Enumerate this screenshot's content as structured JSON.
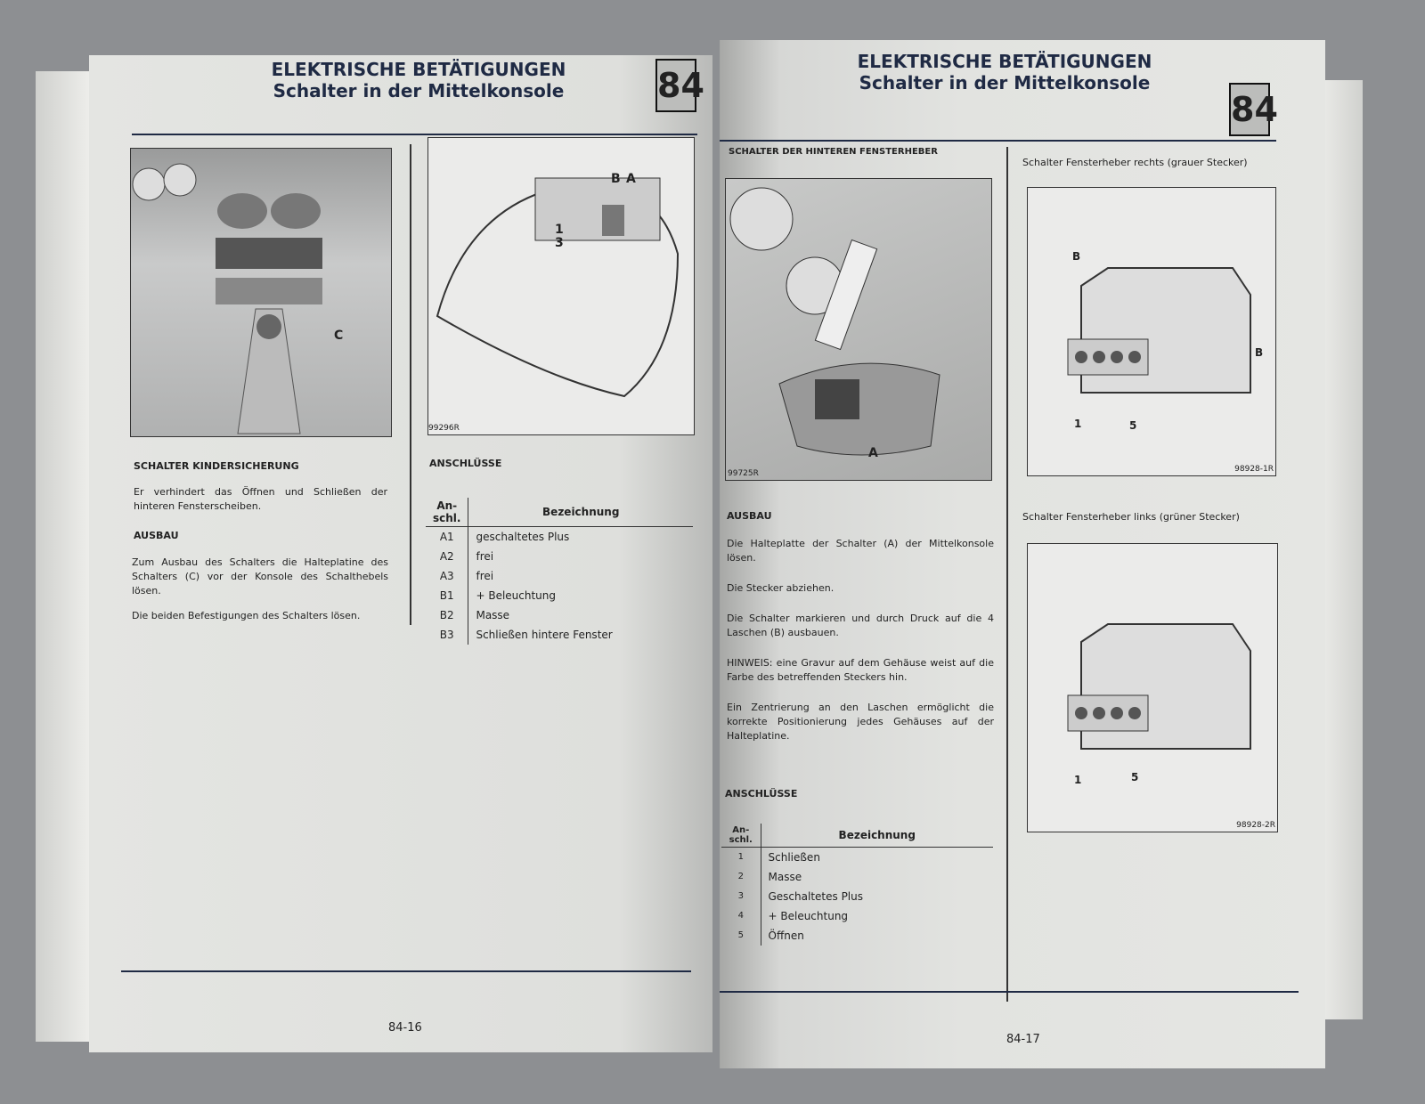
{
  "left": {
    "title": "ELEKTRISCHE BETÄTIGUNGEN",
    "subtitle": "Schalter in der Mittelkonsole",
    "chapter": "84",
    "fig1": {
      "label_c": "C"
    },
    "fig2": {
      "label_b": "B",
      "label_a": "A",
      "label_1": "1",
      "label_3": "3",
      "code": "99296R"
    },
    "section1_heading": "SCHALTER KINDERSICHERUNG",
    "section1_text": "Er verhindert das Öffnen und Schließen der hinteren Fensterscheiben.",
    "ausbau_heading": "AUSBAU",
    "ausbau_text1": "Zum Ausbau des Schalters die Halteplatine des Schalters (C) vor der Konsole des Schalthebels lösen.",
    "ausbau_text2": "Die beiden Befestigungen des Schalters lösen.",
    "anschluesse_heading": "ANSCHLÜSSE",
    "table": {
      "col1": "An-schl.",
      "col2": "Bezeichnung",
      "rows": [
        [
          "A1",
          "geschaltetes Plus"
        ],
        [
          "A2",
          "frei"
        ],
        [
          "A3",
          "frei"
        ],
        [
          "B1",
          "+ Beleuchtung"
        ],
        [
          "B2",
          "Masse"
        ],
        [
          "B3",
          "Schließen hintere Fenster"
        ]
      ]
    },
    "page_number": "84-16"
  },
  "right": {
    "title": "ELEKTRISCHE BETÄTIGUNGEN",
    "subtitle": "Schalter in der Mittelkonsole",
    "chapter": "84",
    "fig_heading": "SCHALTER DER HINTEREN FENSTERHEBER",
    "fig3": {
      "label_a": "A",
      "code": "99725R"
    },
    "fig4": {
      "caption": "Schalter Fensterheber rechts (grauer Stecker)",
      "label_b1": "B",
      "label_b2": "B",
      "label_1": "1",
      "label_5": "5",
      "code": "98928-1R"
    },
    "fig5": {
      "caption": "Schalter Fensterheber links (grüner Stecker)",
      "label_1": "1",
      "label_5": "5",
      "code": "98928-2R"
    },
    "ausbau_heading": "AUSBAU",
    "paragraphs": [
      "Die Halteplatte der Schalter (A) der Mittelkonsole lösen.",
      "Die Stecker abziehen.",
      "Die Schalter markieren und durch Druck auf die 4 Laschen (B) ausbauen.",
      "HINWEIS: eine Gravur auf dem Gehäuse weist auf die Farbe des betreffenden Steckers hin.",
      "Ein Zentrierung an den Laschen ermöglicht die korrekte Positionierung jedes Gehäuses auf der Halteplatine."
    ],
    "anschluesse_heading": "ANSCHLÜSSE",
    "table": {
      "col1": "An-schl.",
      "col2": "Bezeichnung",
      "rows": [
        [
          "1",
          "Schließen"
        ],
        [
          "2",
          "Masse"
        ],
        [
          "3",
          "Geschaltetes Plus"
        ],
        [
          "4",
          "+ Beleuchtung"
        ],
        [
          "5",
          "Öffnen"
        ]
      ]
    },
    "page_number": "84-17"
  }
}
